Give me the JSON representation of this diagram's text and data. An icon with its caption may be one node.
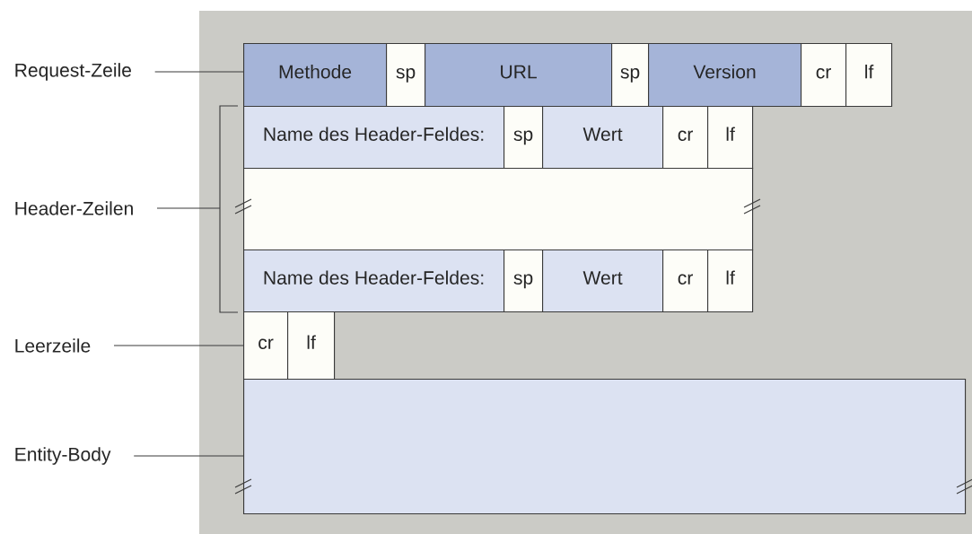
{
  "diagram": {
    "nodes": [
      {
        "text": [
          "Request-Zeile"
        ]
      },
      {
        "text": [
          "Methode"
        ]
      },
      {
        "text": [
          "sp"
        ]
      },
      {
        "text": [
          "URL"
        ]
      },
      {
        "text": [
          "sp"
        ]
      },
      {
        "text": [
          "Version"
        ]
      },
      {
        "text": [
          "cr"
        ]
      },
      {
        "text": [
          "lf"
        ]
      },
      {
        "text": [
          "Name des Header-Feldes:"
        ]
      },
      {
        "text": [
          "sp"
        ]
      },
      {
        "text": [
          "Wert"
        ]
      },
      {
        "text": [
          "cr"
        ]
      },
      {
        "text": [
          "lf"
        ]
      },
      {
        "text": [
          "Header-Zeilen"
        ]
      },
      {
        "text": [],
        "shape": "box"
      },
      {
        "text": [
          "Name des Header-Feldes:"
        ]
      },
      {
        "text": [
          "sp"
        ]
      },
      {
        "text": [
          "Wert"
        ]
      },
      {
        "text": [
          "cr"
        ]
      },
      {
        "text": [
          "lf"
        ]
      },
      {
        "text": [
          "Leerzeile"
        ]
      },
      {
        "text": [
          "cr"
        ]
      },
      {
        "text": [
          "lf"
        ]
      },
      {
        "text": [
          "Entity-Body"
        ]
      },
      {
        "text": [],
        "shape": "box"
      },
      {
        "text": [],
        "shape": "bracket"
      }
    ],
    "edges": [
      {
        "from": 0,
        "to": 1,
        "arrow": "none"
      },
      {
        "from": 13,
        "to": 25,
        "arrow": "none"
      },
      {
        "from": 20,
        "to": 21,
        "arrow": "none"
      },
      {
        "from": 23,
        "to": 24,
        "arrow": "none"
      }
    ]
  }
}
